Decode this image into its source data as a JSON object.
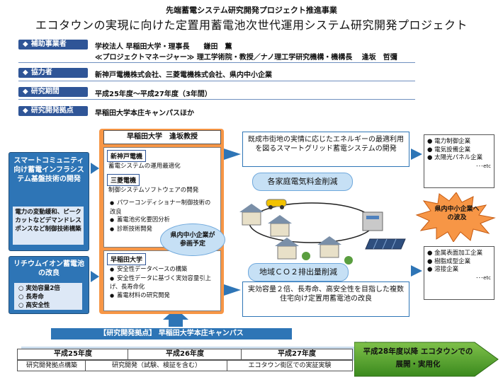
{
  "header": {
    "subtitle": "先端蓄電システム研究開発プロジェクト推進事業",
    "title": "エコタウンの実現に向けた定置用蓄電池次世代運用システム研究開発プロジェクト"
  },
  "info": [
    {
      "label": "補助事業者",
      "value": "学校法人 早稲田大学・理事長　　鎌田　薫",
      "value2": "≪プロジェクトマネージャー≫ 理工学術院・教授／ナノ理工学研究機構・機構長　 逢坂　哲彌"
    },
    {
      "label": "協力者",
      "value": "新神戸電機株式会社、三菱電機株式会社、県内中小企業"
    },
    {
      "label": "研究期間",
      "value": "平成25年度～平成27年度（3年間）"
    },
    {
      "label": "研究開発拠点",
      "value": "早稲田大学本庄キャンパスほか"
    }
  ],
  "left": {
    "smart_title": "スマートコミュニティ向け蓄電インフラシステム基盤技術の開発",
    "smart_desc": "電力の変動緩和、ピークカットなどデマンドレスポンスなど制御技術構築",
    "li_title": "リチウムイオン蓄電池の改良",
    "li_items": [
      "実効容量2倍",
      "長寿命",
      "高安全性"
    ]
  },
  "center": {
    "header": "早稲田大学　逢坂教授",
    "shinkobe": {
      "tag": "新神戸電機",
      "text": "蓄電システムの運用最適化"
    },
    "mitsubishi": {
      "tag": "三菱電機",
      "text": "制御システムソフトウェアの開発"
    },
    "waseda_bullets1": [
      "パワーコンディショナー制御技術の改良",
      "蓄電池劣化要因分析",
      "診断技術開発"
    ],
    "smb_oval": "県内中小企業が参画予定",
    "waseda2_tag": "早稲田大学",
    "waseda_bullets2": [
      "安全性データベースの構築",
      "安全性データに基づく実効容量引上げ、長寿命化",
      "蓄電材料の研究開発"
    ]
  },
  "right": {
    "callout_top": "既成市街地の実情に応じたエネルギーの最適利用を図るスマートグリッド蓄電システムの開発",
    "oval_top": "各家庭電気料金削減",
    "oval_bottom": "地域ＣＯ２排出量削減",
    "callout_bottom": "実効容量２倍、長寿命、高安全性を目指した複数住宅向け定置用蓄電池の改良",
    "firms_top": [
      "電力制御企業",
      "電気設備企業",
      "太陽光パネル企業"
    ],
    "firms_top_etc": "･･･etc",
    "ripple": "県内中小企業への波及",
    "firms_bottom": [
      "金属表面加工企業",
      "樹脂成型企業",
      "溶接企業"
    ],
    "firms_bottom_etc": "･･･etc"
  },
  "footer": {
    "banner": "【研究開発拠点】 早稲田大学本庄キャンパス",
    "years": [
      "平成25年度",
      "平成26年度",
      "平成27年度"
    ],
    "tasks": [
      "研究開発拠点構築",
      "研究開発（試験、検証を含む）",
      "エコタウン街区での実証実験"
    ],
    "future": "平成28年度以降 エコタウンでの展開・実用化"
  }
}
